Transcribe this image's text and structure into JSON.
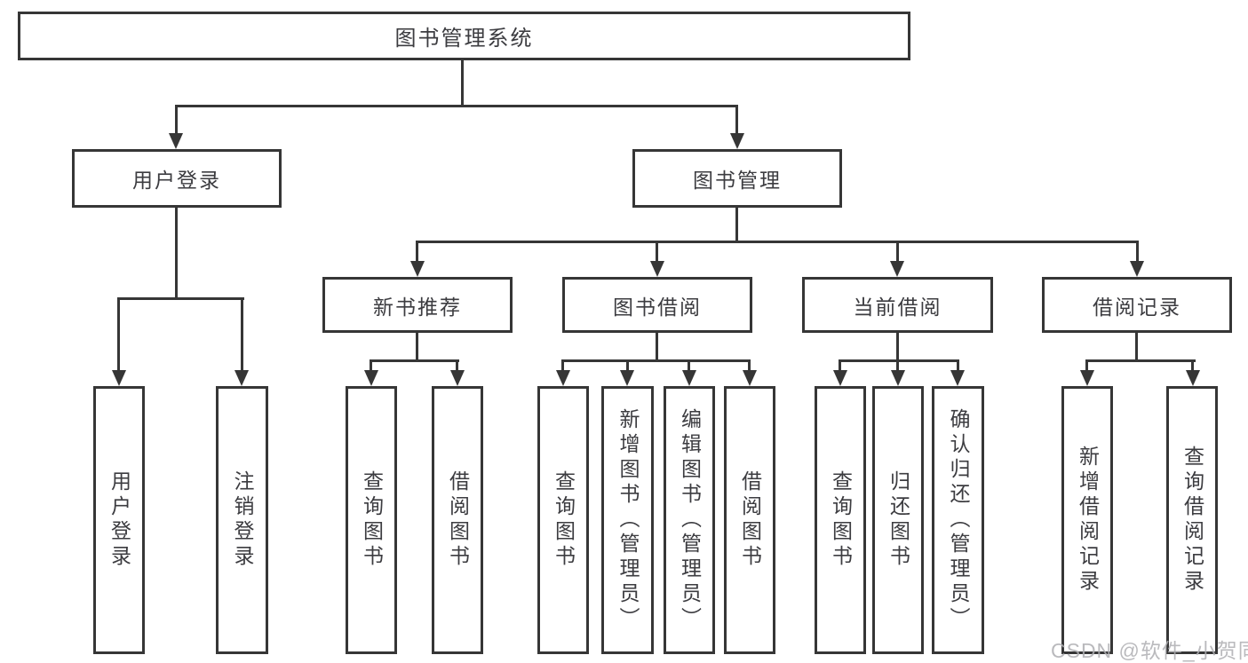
{
  "nodes": {
    "root": {
      "label": "图书管理系统"
    },
    "level2": [
      {
        "label": "用户登录"
      },
      {
        "label": "图书管理"
      }
    ],
    "level3": [
      {
        "label": "新书推荐"
      },
      {
        "label": "图书借阅"
      },
      {
        "label": "当前借阅"
      },
      {
        "label": "借阅记录"
      }
    ],
    "leaves": {
      "userLogin": [
        {
          "label": "用户登录"
        },
        {
          "label": "注销登录"
        }
      ],
      "newBooks": [
        {
          "label": "查询图书"
        },
        {
          "label": "借阅图书"
        }
      ],
      "bookBorrow": [
        {
          "label": "查询图书"
        },
        {
          "label": "新增图书（管理员）"
        },
        {
          "label": "编辑图书（管理员）"
        },
        {
          "label": "借阅图书"
        }
      ],
      "currentBorrow": [
        {
          "label": "查询图书"
        },
        {
          "label": "归还图书"
        },
        {
          "label": "确认归还（管理员）"
        }
      ],
      "borrowRecords": [
        {
          "label": "新增借阅记录"
        },
        {
          "label": "查询借阅记录"
        }
      ]
    }
  },
  "watermark": {
    "text": "CSDN @软件_小贺同学"
  },
  "colors": {
    "line": "#363636",
    "text": "#3c3c40",
    "background": "#ffffff",
    "watermark": "#aeaeb2"
  }
}
